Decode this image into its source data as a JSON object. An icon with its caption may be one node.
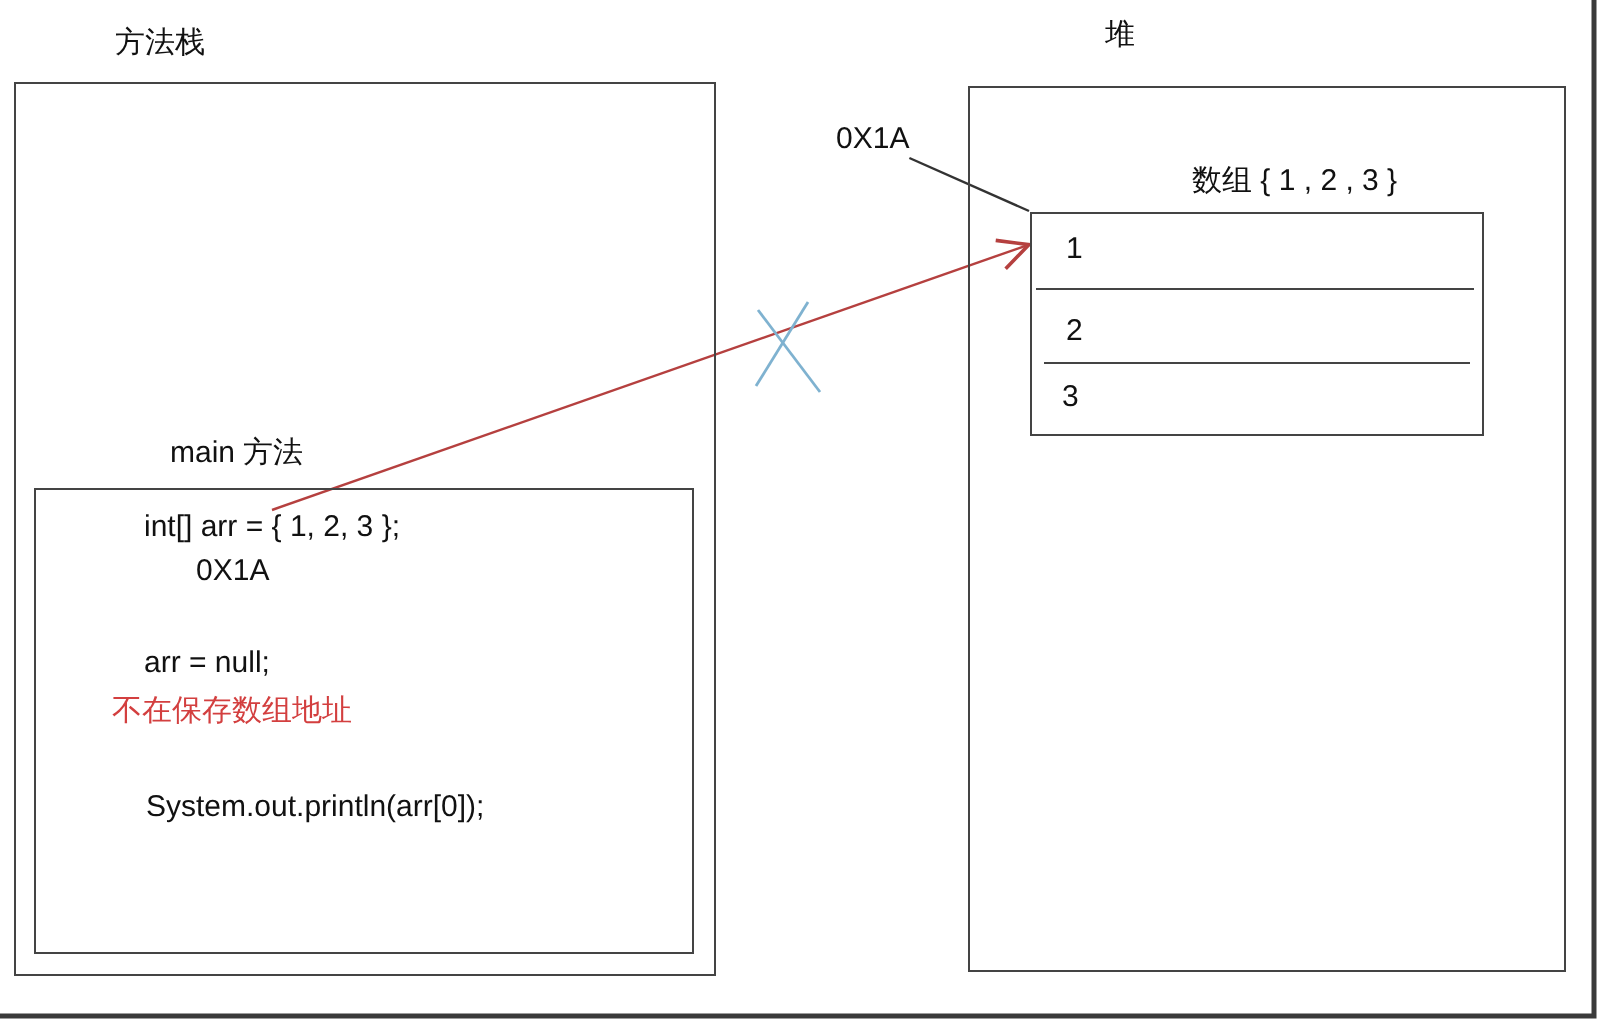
{
  "diagram": {
    "nodes": [
      {
        "text": [
          "方法栈"
        ]
      },
      {
        "text": [
          "main 方法",
          "arr = null;",
          "不在保存数组地址",
          "System.out.println(arr[0]);"
        ],
        "in": 0
      },
      {
        "text": [
          "int[] arr = { 1, 2, 3 };"
        ],
        "beside": [
          "0X1A"
        ],
        "in": 1
      },
      {
        "text": [
          "堆"
        ]
      },
      {
        "text": [
          "0X1A"
        ]
      },
      {
        "text": [
          "数组 { 1 , 2 , 3 }"
        ],
        "in": 3
      },
      {
        "text": [
          "1"
        ],
        "in": 5
      },
      {
        "text": [
          "2"
        ],
        "in": 5
      },
      {
        "text": [
          "3"
        ],
        "in": 5
      }
    ],
    "edges": [
      {
        "from": 4,
        "to": 5,
        "arrow": "none"
      },
      {
        "from": 2,
        "to": 5,
        "arrow": "to",
        "color": "#b5403f"
      }
    ]
  }
}
